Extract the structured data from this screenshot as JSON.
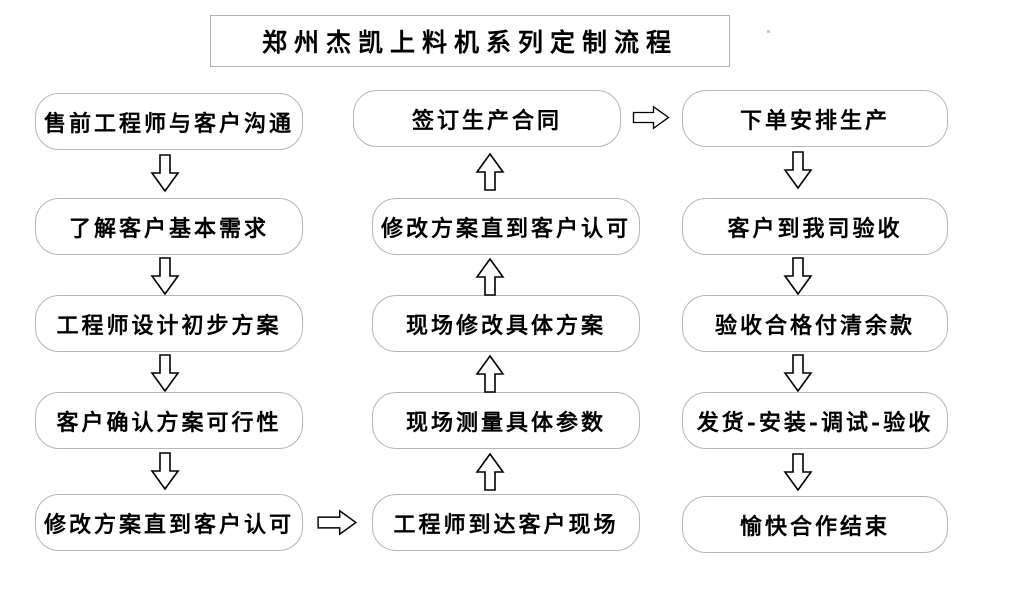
{
  "title": "郑州杰凯上料机系列定制流程",
  "flow": {
    "left": [
      "售前工程师与客户沟通",
      "了解客户基本需求",
      "工程师设计初步方案",
      "客户确认方案可行性",
      "修改方案直到客户认可"
    ],
    "middle": [
      "签订生产合同",
      "修改方案直到客户认可",
      "现场修改具体方案",
      "现场测量具体参数",
      "工程师到达客户现场"
    ],
    "right": [
      "下单安排生产",
      "客户到我司验收",
      "验收合格付清余款",
      "发货-安装-调试-验收",
      "愉快合作结束"
    ],
    "connectors": {
      "left_column_direction": "down",
      "middle_column_direction": "up",
      "right_column_direction": "down",
      "left_bottom_to_middle_bottom": "right",
      "middle_top_to_right_top": "right"
    }
  },
  "icons": {
    "down_arrow": "hollow-block-arrow-down",
    "up_arrow": "hollow-block-arrow-up",
    "right_arrow": "hollow-block-arrow-right"
  },
  "colors": {
    "background": "#ffffff",
    "box_border": "#b6b6b6",
    "arrow_outline": "#000000",
    "text": "#000000"
  }
}
